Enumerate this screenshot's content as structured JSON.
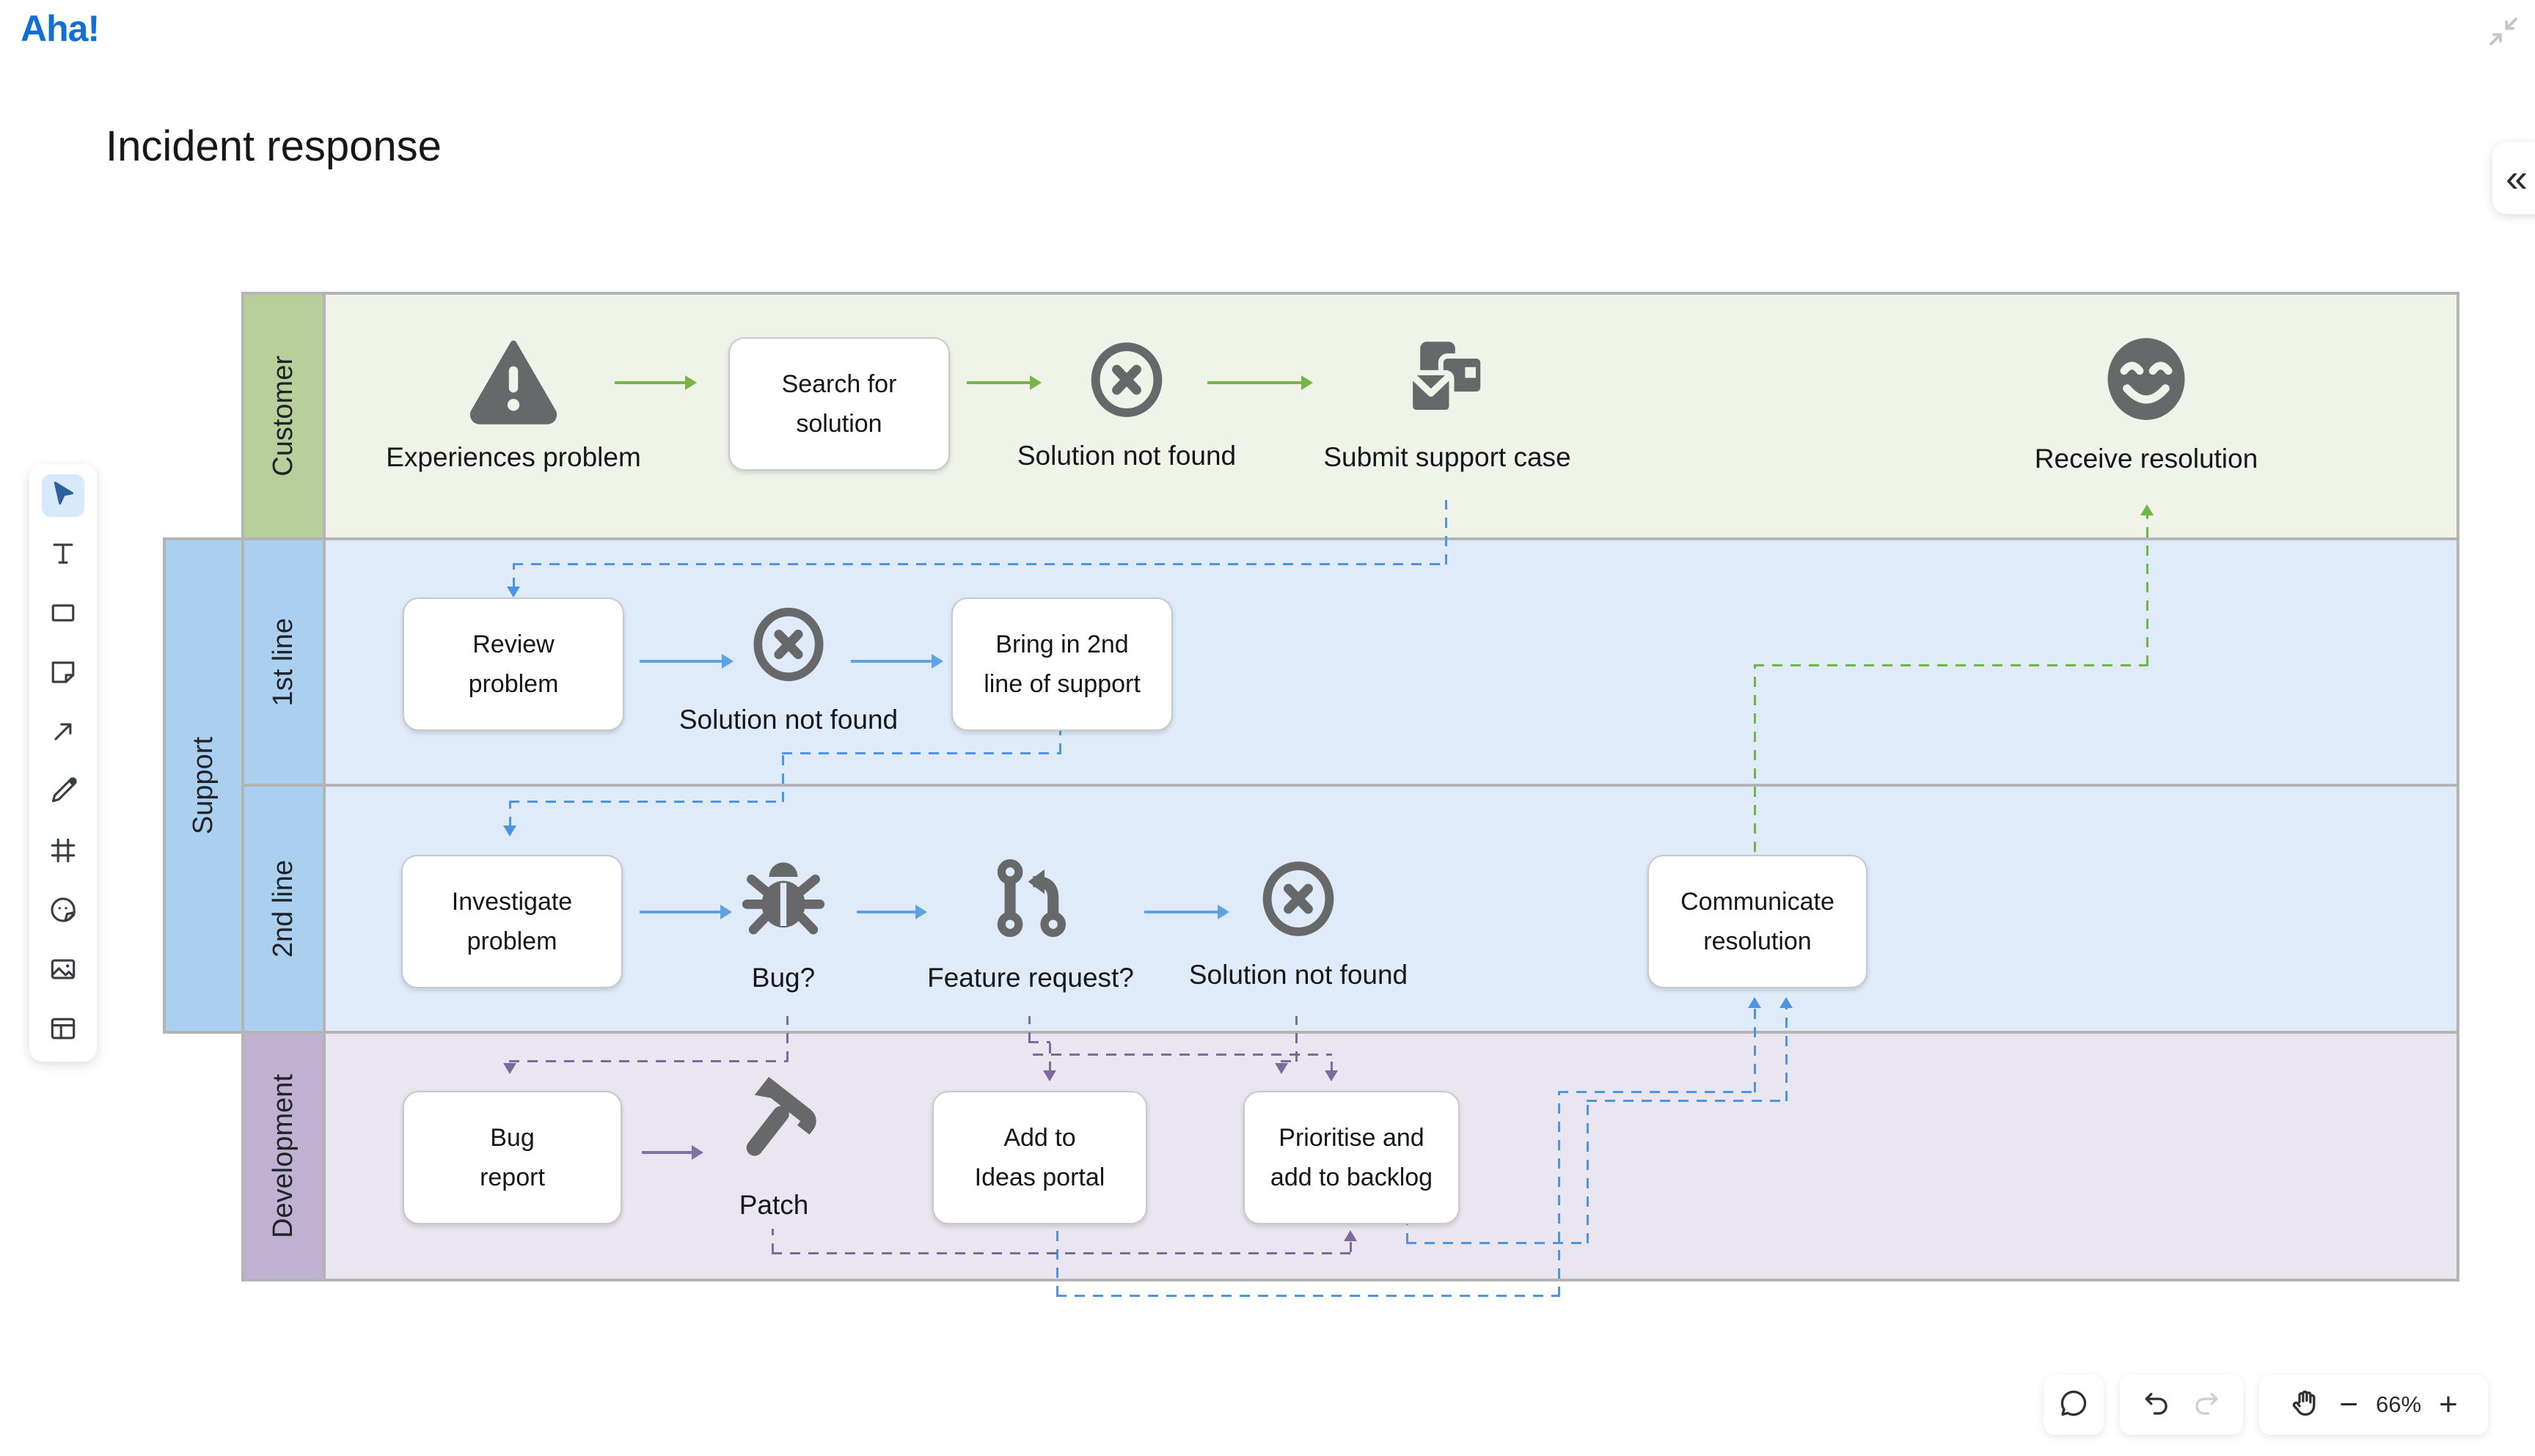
{
  "app": {
    "logo": "Aha!",
    "title": "Incident response"
  },
  "panel_toggle": {
    "glyph": "«"
  },
  "toolbar": {
    "tools": [
      "select-tool",
      "text-tool",
      "shape-tool",
      "sticky-note-tool",
      "connector-tool",
      "pen-tool",
      "frame-tool",
      "sticker-tool",
      "image-tool",
      "table-tool"
    ]
  },
  "lanes": {
    "customer": "Customer",
    "support": "Support",
    "first_line": "1st line",
    "second_line": "2nd line",
    "development": "Development"
  },
  "nodes": {
    "search_solution": "Search for\nsolution",
    "review_problem": "Review\nproblem",
    "bring_in_2nd": "Bring in 2nd\nline of support",
    "investigate_problem": "Investigate\nproblem",
    "communicate_resolution": "Communicate\nresolution",
    "bug_report": "Bug\nreport",
    "add_to_ideas": "Add to\nIdeas portal",
    "prioritise_backlog": "Prioritise and\nadd to backlog"
  },
  "steps": {
    "experiences_problem": "Experiences problem",
    "solution_not_found_customer": "Solution not found",
    "submit_support_case": "Submit support case",
    "receive_resolution": "Receive resolution",
    "solution_not_found_first_line": "Solution not found",
    "bug": "Bug?",
    "feature_request": "Feature request?",
    "solution_not_found_second_line": "Solution not found",
    "patch": "Patch"
  },
  "controls": {
    "zoom_level": "66%",
    "zoom_out": "−",
    "zoom_in": "+"
  },
  "colors": {
    "brand_blue": "#1170d2",
    "lane_customer_label": "#b8cf9c",
    "lane_customer_body": "#eff3e8",
    "lane_support_label": "#abd0ef",
    "lane_support_body": "#e0ebf9",
    "lane_development_label": "#c0b1d3",
    "lane_development_body": "#e9e5f1",
    "icon_gray": "#66686a",
    "arrow_green": "#79b546",
    "arrow_blue": "#5da2e2",
    "arrow_purple": "#8071a3",
    "dash_blue": "#4f94de",
    "dash_green": "#6fb644",
    "dash_purple": "#7b6a9b",
    "border_gray": "#b4b4b4"
  }
}
